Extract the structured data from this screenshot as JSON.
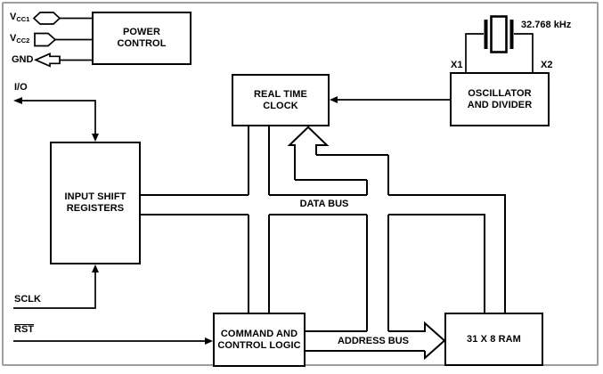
{
  "diagram": {
    "blocks": {
      "power_control": {
        "line1": "POWER",
        "line2": "CONTROL"
      },
      "real_time_clock": {
        "line1": "REAL TIME",
        "line2": "CLOCK"
      },
      "oscillator": {
        "line1": "OSCILLATOR",
        "line2": "AND DIVIDER"
      },
      "input_shift_registers": {
        "line1": "INPUT SHIFT",
        "line2": "REGISTERS"
      },
      "command_control_logic": {
        "line1": "COMMAND AND",
        "line2": "CONTROL LOGIC"
      },
      "ram": {
        "label": "31 X 8 RAM"
      }
    },
    "pins": {
      "vcc1": {
        "main": "V",
        "sub": "CC1"
      },
      "vcc2": {
        "main": "V",
        "sub": "CC2"
      },
      "gnd": {
        "label": "GND"
      },
      "io": {
        "label": "I/O"
      },
      "sclk": {
        "label": "SCLK"
      },
      "rst": {
        "label": "RST"
      }
    },
    "labels": {
      "data_bus": "DATA BUS",
      "address_bus": "ADDRESS BUS",
      "crystal_freq": "32.768 kHz",
      "x1": "X1",
      "x2": "X2"
    },
    "colors": {
      "line": "#000000",
      "background": "#ffffff",
      "frame_border": "#9e9e9e"
    }
  }
}
